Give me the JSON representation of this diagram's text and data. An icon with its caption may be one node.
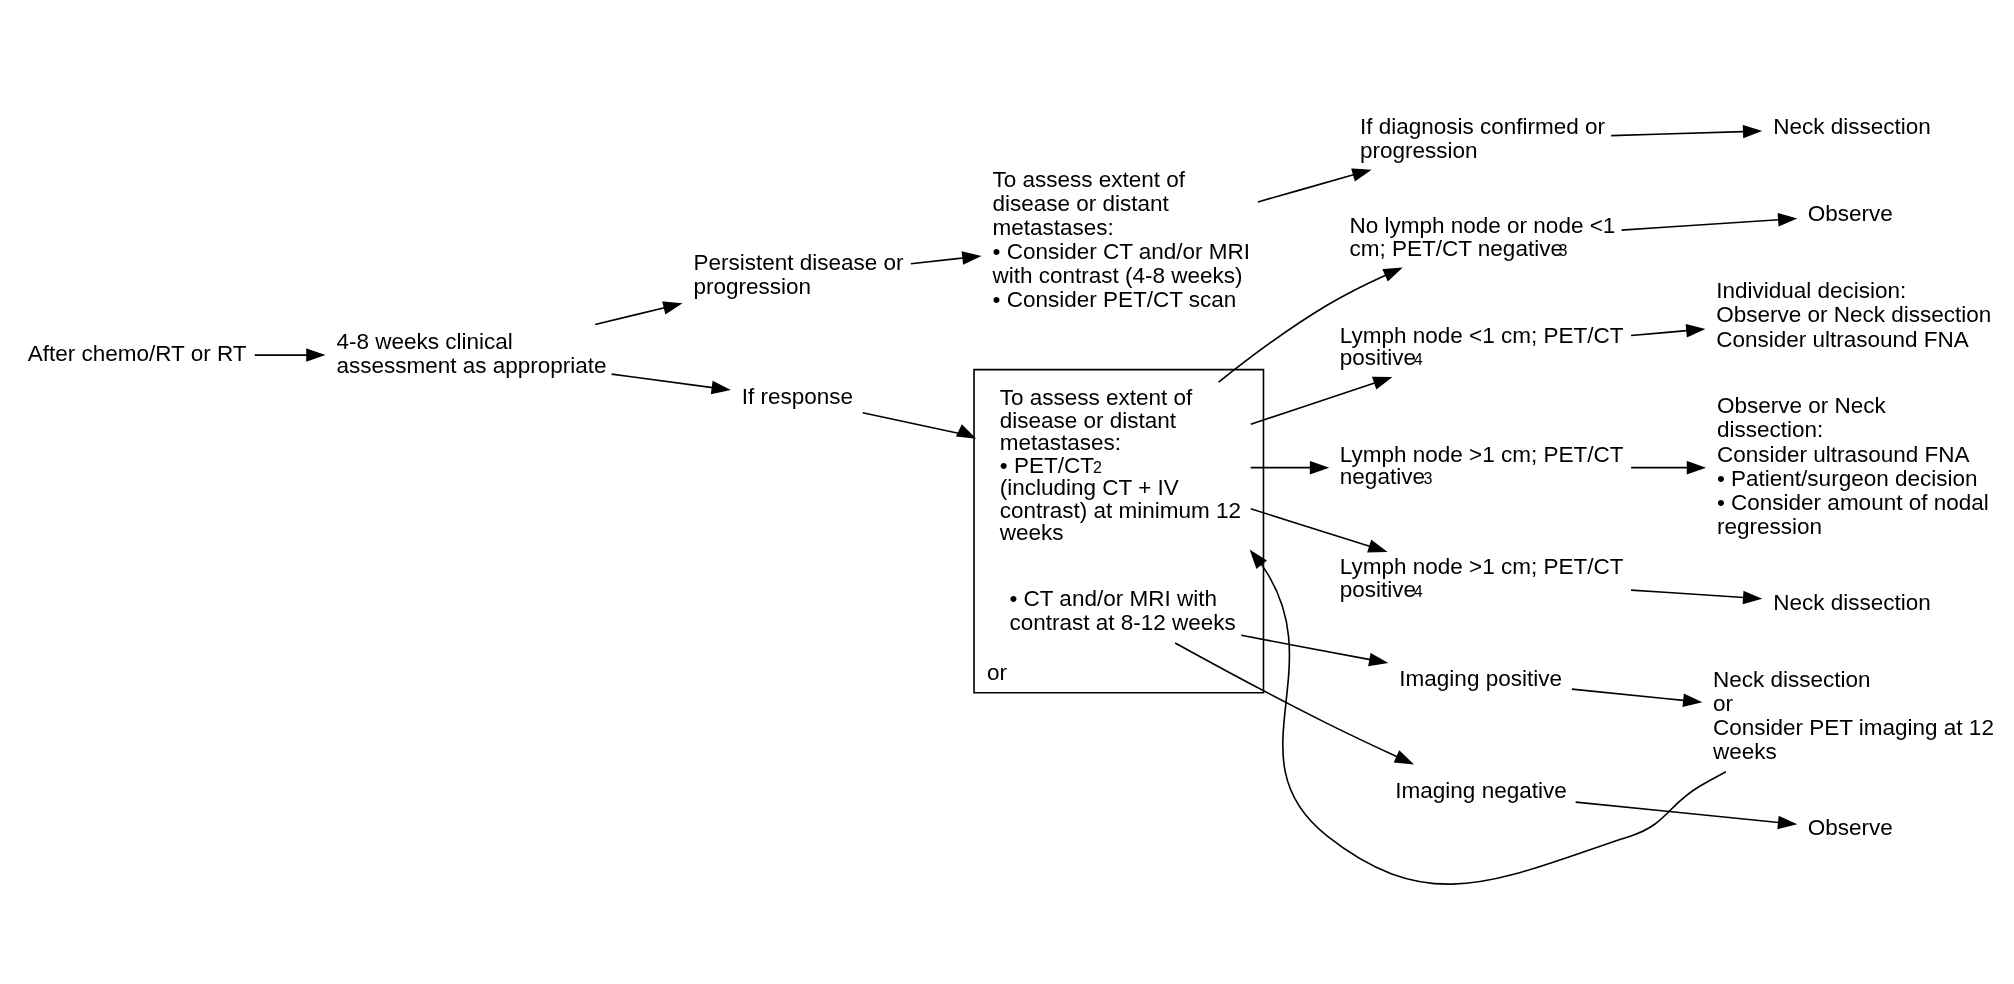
{
  "diagram": {
    "nodes": [
      {
        "text": [
          "After chemo/RT or RT"
        ]
      },
      {
        "text": [
          "4-8 weeks clinical assessment as appropriate"
        ]
      },
      {
        "text": [
          "Persistent disease or progression"
        ]
      },
      {
        "text": [
          "To assess extent of disease or distant metastases:",
          "• Consider CT and/or MRI with contrast (4-8 weeks)",
          "• Consider PET/CT scan"
        ]
      },
      {
        "text": [
          "If diagnosis confirmed or progression"
        ]
      },
      {
        "text": [
          "Neck dissection"
        ]
      },
      {
        "text": [
          "If response"
        ]
      },
      {
        "text": [
          "or"
        ]
      },
      {
        "text": [
          "To assess extent of disease or distant metastases:",
          "• PET/CT$^{2}$ (including CT + IV contrast) at minimum 12 weeks"
        ],
        "in": 7
      },
      {
        "text": [
          "• CT and/or MRI with contrast at 8-12 weeks"
        ],
        "in": 7
      },
      {
        "text": [
          "No lymph node or node <1 cm; PET/CT negative$^{3}$"
        ]
      },
      {
        "text": [
          "Observe"
        ]
      },
      {
        "text": [
          "Lymph node <1 cm; PET/CT positive$^{4}$"
        ]
      },
      {
        "text": [
          "Individual decision:",
          "Observe or Neck dissection",
          "Consider ultrasound FNA"
        ]
      },
      {
        "text": [
          "Lymph node >1 cm; PET/CT negative$^{3}$"
        ]
      },
      {
        "text": [
          "Observe or Neck dissection:",
          "Consider ultrasound FNA",
          "• Patient/surgeon decision",
          "• Consider amount of nodal regression"
        ]
      },
      {
        "text": [
          "Lymph node >1 cm; PET/CT positive$^{4}$"
        ]
      },
      {
        "text": [
          "Neck dissection"
        ]
      },
      {
        "text": [
          "Imaging positive"
        ]
      },
      {
        "text": [
          "Neck dissection",
          "or",
          "Consider PET imaging at 12 weeks"
        ]
      },
      {
        "text": [
          "Imaging negative"
        ]
      },
      {
        "text": [
          "Observe"
        ]
      }
    ],
    "edges": [
      {
        "from": 0,
        "to": 1,
        "arrow": "to"
      },
      {
        "from": 1,
        "to": 2,
        "arrow": "to"
      },
      {
        "from": 1,
        "to": 6,
        "arrow": "to"
      },
      {
        "from": 2,
        "to": 3,
        "arrow": "to"
      },
      {
        "from": 3,
        "to": 4,
        "arrow": "to"
      },
      {
        "from": 4,
        "to": 5,
        "arrow": "to"
      },
      {
        "from": 6,
        "to": 7,
        "arrow": "to"
      },
      {
        "from": 8,
        "to": 10,
        "arrow": "to"
      },
      {
        "from": 8,
        "to": 12,
        "arrow": "to"
      },
      {
        "from": 8,
        "to": 14,
        "arrow": "to"
      },
      {
        "from": 8,
        "to": 16,
        "arrow": "to"
      },
      {
        "from": 10,
        "to": 11,
        "arrow": "to"
      },
      {
        "from": 12,
        "to": 13,
        "arrow": "to"
      },
      {
        "from": 14,
        "to": 15,
        "arrow": "to"
      },
      {
        "from": 16,
        "to": 17,
        "arrow": "to"
      },
      {
        "from": 9,
        "to": 18,
        "arrow": "to"
      },
      {
        "from": 9,
        "to": 20,
        "arrow": "to"
      },
      {
        "from": 18,
        "to": 19,
        "arrow": "to"
      },
      {
        "from": 20,
        "to": 21,
        "arrow": "to"
      },
      {
        "from": 19,
        "to": 8,
        "arrow": "to"
      }
    ]
  }
}
